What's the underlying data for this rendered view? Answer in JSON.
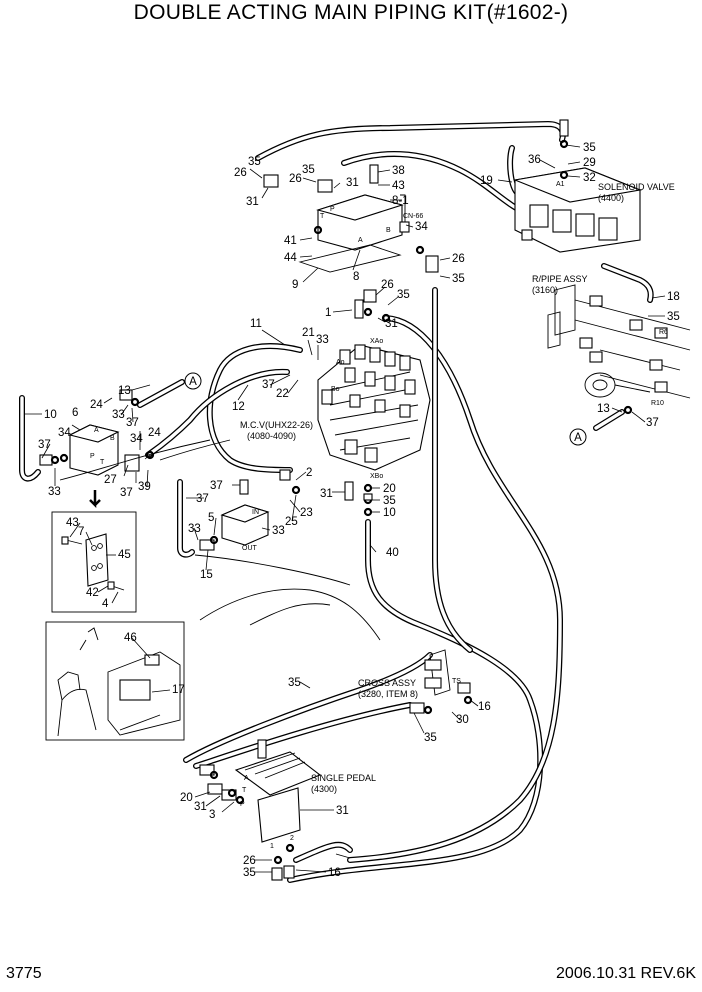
{
  "title": "DOUBLE ACTING MAIN PIPING KIT(#1602-)",
  "page_number": "3775",
  "footer": "2006.10.31  REV.6K",
  "callouts": [
    {
      "id": "c35a",
      "text": "35"
    },
    {
      "id": "c26a",
      "text": "26"
    },
    {
      "id": "c31a",
      "text": "31"
    },
    {
      "id": "c35b",
      "text": "35"
    },
    {
      "id": "c26b",
      "text": "26"
    },
    {
      "id": "c31b",
      "text": "31"
    },
    {
      "id": "c38",
      "text": "38"
    },
    {
      "id": "c43a",
      "text": "43"
    },
    {
      "id": "c8-1",
      "text": "8-1"
    },
    {
      "id": "c34a",
      "text": "34"
    },
    {
      "id": "c41",
      "text": "41"
    },
    {
      "id": "c44",
      "text": "44"
    },
    {
      "id": "c8",
      "text": "8"
    },
    {
      "id": "c9",
      "text": "9"
    },
    {
      "id": "c26c",
      "text": "26"
    },
    {
      "id": "c35c",
      "text": "35"
    },
    {
      "id": "c19",
      "text": "19"
    },
    {
      "id": "c36",
      "text": "36"
    },
    {
      "id": "c35d",
      "text": "35"
    },
    {
      "id": "c29",
      "text": "29"
    },
    {
      "id": "c32",
      "text": "32"
    },
    {
      "id": "c18",
      "text": "18"
    },
    {
      "id": "c35e",
      "text": "35"
    },
    {
      "id": "c13a",
      "text": "13"
    },
    {
      "id": "c37a",
      "text": "37"
    },
    {
      "id": "c1",
      "text": "1"
    },
    {
      "id": "c26d",
      "text": "26"
    },
    {
      "id": "c35f",
      "text": "35"
    },
    {
      "id": "c31c",
      "text": "31"
    },
    {
      "id": "c11",
      "text": "11"
    },
    {
      "id": "c21",
      "text": "21"
    },
    {
      "id": "c33a",
      "text": "33"
    },
    {
      "id": "c37b",
      "text": "37"
    },
    {
      "id": "c22",
      "text": "22"
    },
    {
      "id": "c12",
      "text": "12"
    },
    {
      "id": "c13b",
      "text": "13"
    },
    {
      "id": "c10a",
      "text": "10"
    },
    {
      "id": "c6",
      "text": "6"
    },
    {
      "id": "c24a",
      "text": "24"
    },
    {
      "id": "c33b",
      "text": "33"
    },
    {
      "id": "c37c",
      "text": "37"
    },
    {
      "id": "c34b",
      "text": "34"
    },
    {
      "id": "c34c",
      "text": "34"
    },
    {
      "id": "c37d",
      "text": "37"
    },
    {
      "id": "c24b",
      "text": "24"
    },
    {
      "id": "c33c",
      "text": "33"
    },
    {
      "id": "c27",
      "text": "27"
    },
    {
      "id": "c37e",
      "text": "37"
    },
    {
      "id": "c39",
      "text": "39"
    },
    {
      "id": "c37f",
      "text": "37"
    },
    {
      "id": "c2",
      "text": "2"
    },
    {
      "id": "c31d",
      "text": "31"
    },
    {
      "id": "c20a",
      "text": "20"
    },
    {
      "id": "c35g",
      "text": "35"
    },
    {
      "id": "c10b",
      "text": "10"
    },
    {
      "id": "c37g",
      "text": "37"
    },
    {
      "id": "c33d",
      "text": "33"
    },
    {
      "id": "c5",
      "text": "5"
    },
    {
      "id": "c33e",
      "text": "33"
    },
    {
      "id": "c25",
      "text": "25"
    },
    {
      "id": "c23",
      "text": "23"
    },
    {
      "id": "c15",
      "text": "15"
    },
    {
      "id": "c40",
      "text": "40"
    },
    {
      "id": "c43b",
      "text": "43"
    },
    {
      "id": "c7",
      "text": "7"
    },
    {
      "id": "c45",
      "text": "45"
    },
    {
      "id": "c42",
      "text": "42"
    },
    {
      "id": "c4",
      "text": "4"
    },
    {
      "id": "c46",
      "text": "46"
    },
    {
      "id": "c17",
      "text": "17"
    },
    {
      "id": "c35h",
      "text": "35"
    },
    {
      "id": "c30",
      "text": "30"
    },
    {
      "id": "c16a",
      "text": "16"
    },
    {
      "id": "c35i",
      "text": "35"
    },
    {
      "id": "c20b",
      "text": "20"
    },
    {
      "id": "c31e",
      "text": "31"
    },
    {
      "id": "c3",
      "text": "3"
    },
    {
      "id": "c31f",
      "text": "31"
    },
    {
      "id": "c26e",
      "text": "26"
    },
    {
      "id": "c35j",
      "text": "35"
    },
    {
      "id": "c16b",
      "text": "16"
    }
  ],
  "notes": {
    "solenoid_valve": "SOLENOID VALVE",
    "solenoid_valve_ref": "(4400)",
    "rpipe_assy": "R/PIPE ASSY",
    "rpipe_assy_ref": "(3160)",
    "mcv": "M.C.V(UHX22-26)",
    "mcv_ref": "(4080-4090)",
    "cross_assy": "CROSS ASSY",
    "cross_assy_ref": "(3280, ITEM 8)",
    "single_pedal": "SINGLE PEDAL",
    "single_pedal_ref": "(4300)"
  },
  "port_labels": {
    "cn66": "CN-66",
    "p": "P",
    "a_block": "A",
    "b_block": "B",
    "t_block": "T",
    "a1": "A1",
    "r6": "R6",
    "r10": "R10",
    "xao": "XAo",
    "ao": "Ao",
    "bo": "Bo",
    "xbo": "XBo",
    "in_port": "IN",
    "out_port": "OUT",
    "sh_a": "A",
    "sh_b": "B",
    "sh_p": "P",
    "sh_t": "T",
    "ts_port": "TS",
    "ped_a": "A",
    "ped_t": "T",
    "ped_p": "P",
    "ped_1": "1",
    "ped_2": "2"
  },
  "circle_refs": [
    {
      "id": "ref-a-top",
      "text": "A"
    },
    {
      "id": "ref-a-right",
      "text": "A"
    }
  ]
}
